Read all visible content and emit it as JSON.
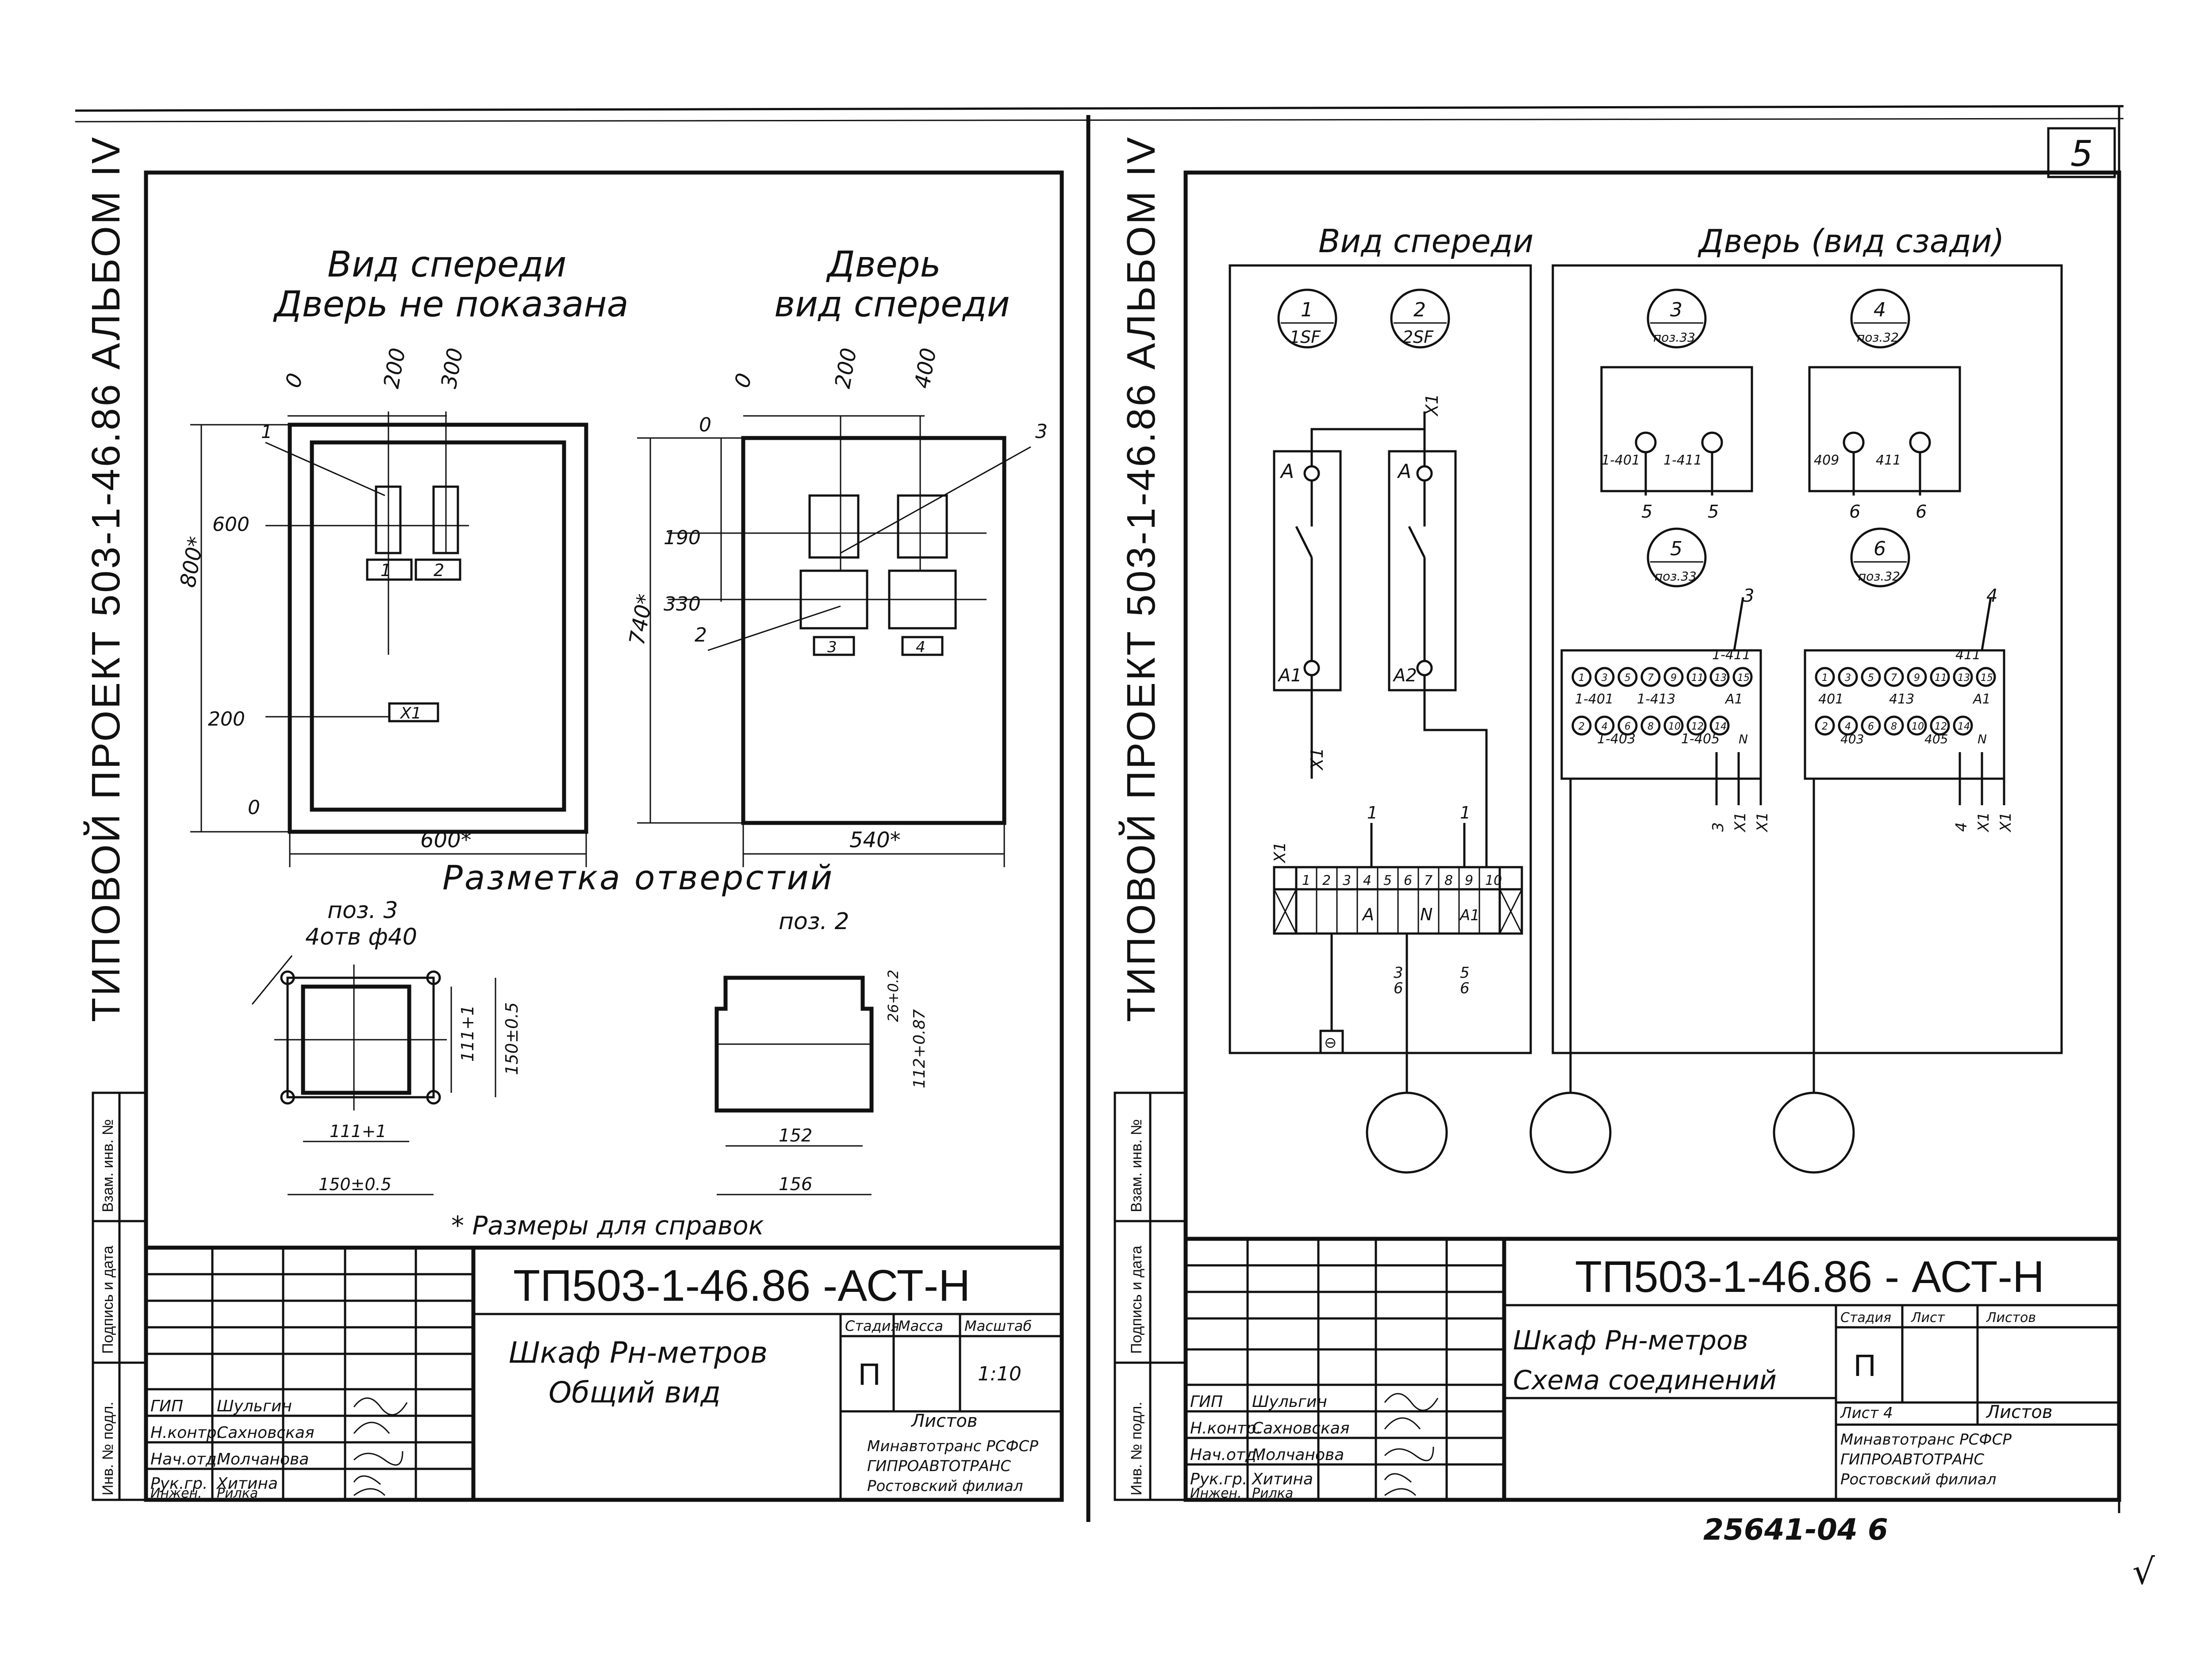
{
  "page_number": "5",
  "bottom_note": "25641-04 6",
  "check_mark": "√",
  "left_sheet": {
    "side_title": "ТИПОВОЙ ПРОЕКТ 503-1-46.86 АЛЬБОМ IV",
    "front_view_title_1": "Вид спереди",
    "front_view_title_2": "Дверь не показана",
    "door_view_title_1": "Дверь",
    "door_view_title_2": "вид спереди",
    "holes_title": "Разметка отверстий",
    "footnote": "* Размеры для справок",
    "pos3_label": "поз. 3",
    "pos3_holes": "4отв ф40",
    "pos2_label": "поз. 2",
    "front_dims": {
      "x0": "0",
      "x200": "200",
      "x300": "300",
      "h800": "800*",
      "y600": "600",
      "y200": "200",
      "y0": "0",
      "w600": "600*"
    },
    "front_labels": {
      "item1": "1",
      "box1": "1",
      "box2": "2",
      "x1": "X1"
    },
    "door_dims": {
      "x0": "0",
      "x200": "200",
      "x400": "400",
      "y0": "0",
      "y190": "190",
      "y330": "330",
      "h740": "740*",
      "w540": "540*"
    },
    "door_labels": {
      "item3": "3",
      "item2": "2",
      "box3": "3",
      "box4": "4"
    },
    "pos3_dims": {
      "w111": "111+1",
      "h111": "111+1",
      "w150": "150±0.5",
      "h150": "150±0.5"
    },
    "pos2_dims": {
      "w152": "152",
      "w156": "156",
      "h26": "26+0.2",
      "h112": "112+0.87"
    },
    "stamp": {
      "code": "ТП503-1-46.86 -АСТ-Н",
      "name_1": "Шкаф Рн-метров",
      "name_2": "Общий вид",
      "col_stage": "Стадия",
      "col_mass": "Масса",
      "col_scale": "Масштаб",
      "stage": "П",
      "scale": "1:10",
      "sheets": "Листов",
      "org_1": "Минавтотранс РСФСР",
      "org_2": "ГИПРОАВТОТРАНС",
      "org_3": "Ростовский филиал",
      "roles": [
        "ГИП",
        "Н.контр.",
        "Нач.отд.",
        "Рук.гр.",
        "Инжен."
      ],
      "names": [
        "Шульгин",
        "Сахновская",
        "Молчанова",
        "Хитина",
        "Рилка"
      ]
    },
    "side_columns": [
      "Инв. № подл.",
      "Подпись и дата",
      "Взам. инв. №"
    ]
  },
  "right_sheet": {
    "side_title": "ТИПОВОЙ ПРОЕКТ 503-1-46.86 АЛЬБОМ IV",
    "front_view_title": "Вид спереди",
    "door_view_title": "Дверь (вид сзади)",
    "circles": [
      {
        "num": "1",
        "sub": "1SF"
      },
      {
        "num": "2",
        "sub": "2SF"
      },
      {
        "num": "3",
        "sub": "поз.33"
      },
      {
        "num": "4",
        "sub": "поз.32"
      },
      {
        "num": "5",
        "sub": "поз.33"
      },
      {
        "num": "6",
        "sub": "поз.32"
      }
    ],
    "breaker_labels": {
      "a": "A",
      "a1": "A1",
      "a2": "A2",
      "x1_top": "X1",
      "x1_left": "X1"
    },
    "meter_labels": {
      "m3a": "1-401",
      "m3b": "1-411",
      "m4a": "409",
      "m4b": "411",
      "w5a": "5",
      "w5b": "5",
      "w6a": "6",
      "w6b": "6"
    },
    "terminal_block": {
      "label": "X1",
      "cells": [
        "1",
        "2",
        "3",
        "4",
        "5",
        "6",
        "7",
        "8",
        "9",
        "10"
      ],
      "marks": [
        "A",
        "N",
        "A1"
      ],
      "wires_top": [
        "1",
        "1"
      ],
      "wires_bottom": [
        "3",
        "6",
        "5",
        "6"
      ],
      "ground": "⊖"
    },
    "connector_1": {
      "top": "1-411",
      "a": "1-401",
      "b": "1-413",
      "c": "1-403",
      "d": "1-405",
      "a1": "A1",
      "n": "N",
      "lead": "3",
      "leads_bottom": [
        "3",
        "X1",
        "X1"
      ],
      "pins_top": [
        "1",
        "3",
        "5",
        "7",
        "9",
        "11",
        "13",
        "15"
      ],
      "pins_bottom": [
        "2",
        "4",
        "6",
        "8",
        "10",
        "12",
        "14"
      ]
    },
    "connector_2": {
      "top": "411",
      "a": "401",
      "b": "413",
      "c": "403",
      "d": "405",
      "a1": "A1",
      "n": "N",
      "lead": "4",
      "leads_bottom": [
        "4",
        "X1",
        "X1"
      ],
      "pins_top": [
        "1",
        "3",
        "5",
        "7",
        "9",
        "11",
        "13",
        "15"
      ],
      "pins_bottom": [
        "2",
        "4",
        "6",
        "8",
        "10",
        "12",
        "14"
      ]
    },
    "stamp": {
      "code": "ТП503-1-46.86 - АСТ-Н",
      "name_1": "Шкаф Рн-метров",
      "name_2": "Схема соединений",
      "col_stage": "Стадия",
      "col_sheet": "Лист",
      "col_sheets": "Листов",
      "stage": "П",
      "sheet": "Лист 4",
      "sheets": "Листов",
      "org_1": "Минавтотранс РСФСР",
      "org_2": "ГИПРОАВТОТРАНС",
      "org_3": "Ростовский филиал",
      "roles": [
        "ГИП",
        "Н.контр.",
        "Нач.отд.",
        "Рук.гр.",
        "Инжен."
      ],
      "names": [
        "Шульгин",
        "Сахновская",
        "Молчанова",
        "Хитина",
        "Рилка"
      ]
    },
    "side_columns": [
      "Инв. № подл.",
      "Подпись и дата",
      "Взам. инв. №"
    ]
  },
  "colors": {
    "ink": "#111111",
    "paper": "#ffffff"
  }
}
